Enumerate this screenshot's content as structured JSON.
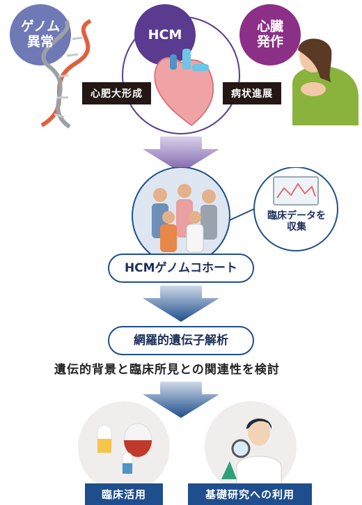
{
  "top": {
    "genome_abnormality": "ゲノム\n異常",
    "hcm": "HCM",
    "cardiac_onset": "心臓\n発作",
    "hypertrophy_label": "心肥大形成",
    "progression_label": "病状進展"
  },
  "cohort": {
    "clinical_data_label": "臨床データを\n収集",
    "cohort_pill": "HCMゲノムコホート"
  },
  "analysis": {
    "analysis_pill": "網羅的遺伝子解析",
    "caption": "遺伝的背景と臨床所見との関連性を検討"
  },
  "outcomes": {
    "clinical_use": "臨床活用",
    "basic_research": "基礎研究への利用"
  },
  "colors": {
    "genome_circle": "#6f79b5",
    "hcm_circle": "#5a3b8f",
    "cardiac_circle": "#8c2f86",
    "arrow_purple": "#7b5fa8",
    "arrow_blue": "#1f4e8c",
    "pill_border": "#1f4e8c",
    "tag_bg": "#231815"
  }
}
